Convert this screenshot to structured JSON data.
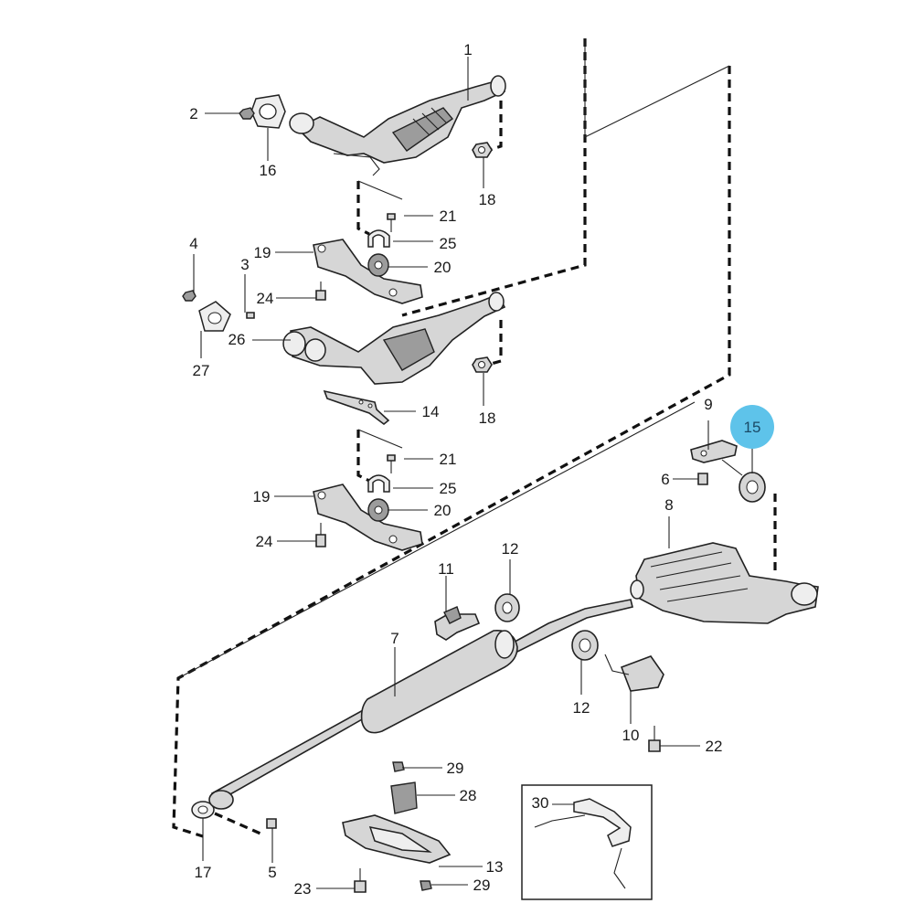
{
  "callouts": {
    "c1": "1",
    "c2": "2",
    "c3": "3",
    "c4": "4",
    "c5": "5",
    "c6": "6",
    "c7": "7",
    "c8": "8",
    "c9": "9",
    "c10": "10",
    "c11": "11",
    "c12a": "12",
    "c12b": "12",
    "c13": "13",
    "c14": "14",
    "c15": "15",
    "c16": "16",
    "c17": "17",
    "c18a": "18",
    "c18b": "18",
    "c19a": "19",
    "c19b": "19",
    "c20a": "20",
    "c20b": "20",
    "c21a": "21",
    "c21b": "21",
    "c22": "22",
    "c23": "23",
    "c24a": "24",
    "c24b": "24",
    "c25a": "25",
    "c25b": "25",
    "c26": "26",
    "c27": "27",
    "c28": "28",
    "c29a": "29",
    "c29b": "29",
    "c30": "30"
  },
  "highlight": {
    "callout": "15",
    "color": "#5ec3ea"
  },
  "colors": {
    "line": "#222222",
    "part_fill": "#d6d6d6",
    "background": "#ffffff"
  }
}
